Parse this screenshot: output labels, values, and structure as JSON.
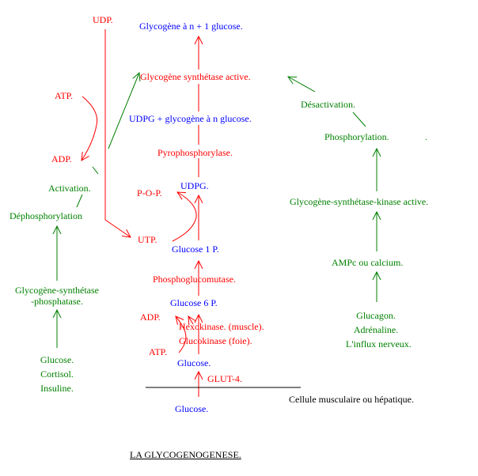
{
  "colors": {
    "metabolite": "#0000ff",
    "enzyme_energy": "#ff0000",
    "regulation": "#008000",
    "text": "#000000"
  },
  "labels": {
    "udp": "UDP.",
    "glycogen_n1": "Glycogène à n + 1 glucose.",
    "atp_top": "ATP.",
    "gs_active": "Glycogène synthétase active.",
    "desactivation": "Désactivation.",
    "udpg_glycogen": "UDPG + glycogène à n glucose.",
    "adp_top": "ADP.",
    "phosphorylation": "Phosphorylation.",
    "dot": ".",
    "pyrophosphorylase": "Pyrophosphorylase.",
    "activation": "Activation.",
    "pop": "P-O-P.",
    "udpg": "UDPG.",
    "gsk_active": "Glycogène-synthétase-kinase active.",
    "dephosphorylation": "Déphosphorylation",
    "utp": "UTP.",
    "glucose1p": "Glucose 1 P.",
    "ampc": "AMPc ou calcium.",
    "phosphoglucomutase": "Phosphoglucomutase.",
    "gs_phosphatase_1": "Glycogène-synthétase",
    "gs_phosphatase_2": "-phosphatase.",
    "glucose6p": "Glucose 6 P.",
    "adp_bottom": "ADP.",
    "hexokinase": "Hexokinase. (muscle).",
    "glucokinase": "Glucokinase (foie).",
    "atp_bottom": "ATP.",
    "glucose_inner": "Glucose.",
    "hormones_left_1": "Glucose.",
    "hormones_left_2": "Cortisol.",
    "hormones_left_3": "Insuline.",
    "hormones_right_1": "Glucagon.",
    "hormones_right_2": "Adrénaline.",
    "hormones_right_3": "L'influx nerveux.",
    "glut4": "GLUT-4.",
    "glucose_outer": "Glucose.",
    "cell_membrane": "Cellule musculaire ou hépatique.",
    "title": "LA GLYCOGENOGENESE."
  }
}
